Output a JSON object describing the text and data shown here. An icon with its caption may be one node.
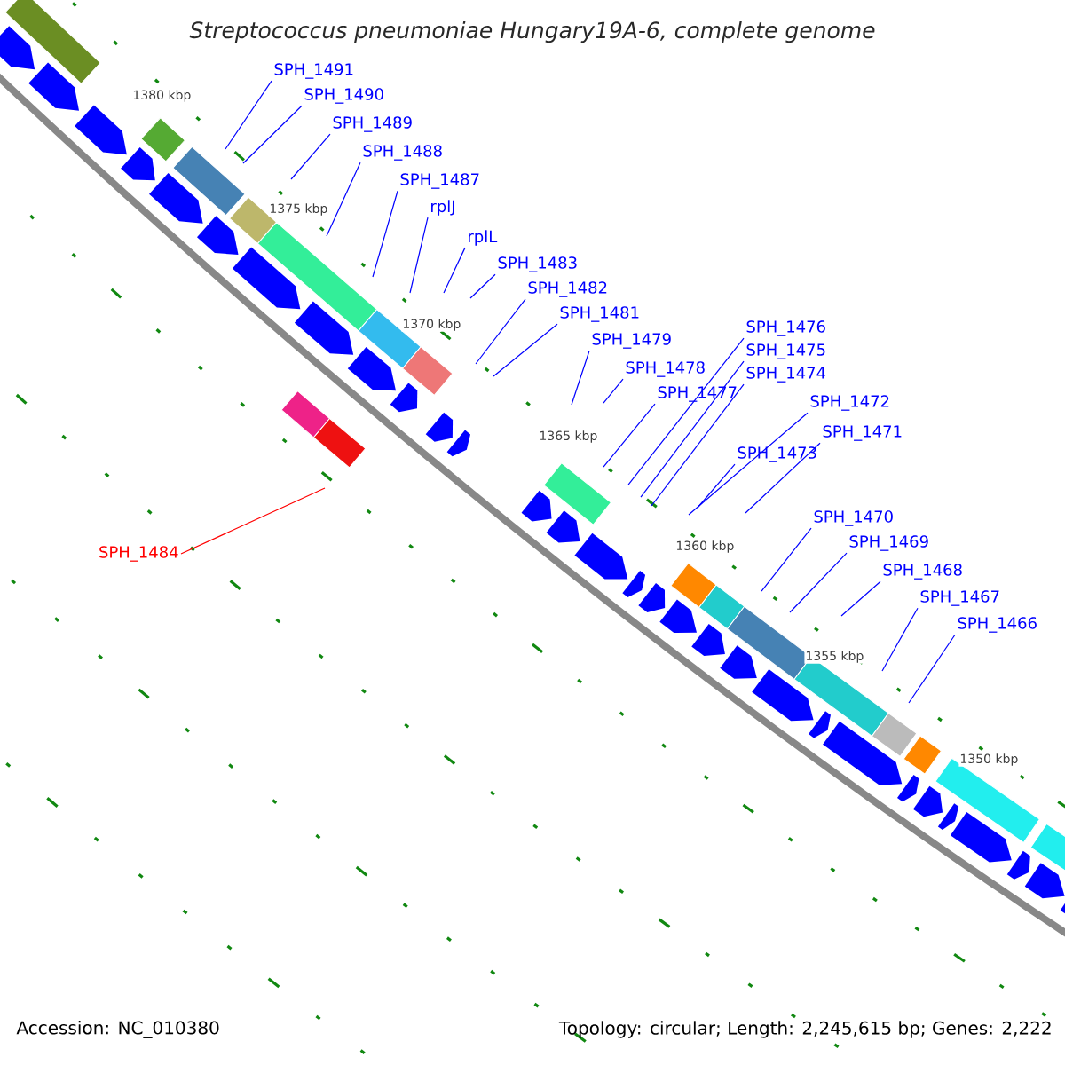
{
  "diagram": {
    "title": "Streptococcus pneumoniae Hungary19A-6, complete genome",
    "nodes": [
      {
        "text": [
          "SPH_1491"
        ]
      },
      {
        "text": [
          "SPH_1490"
        ]
      },
      {
        "text": [
          "SPH_1489"
        ]
      },
      {
        "text": [
          "SPH_1488"
        ]
      },
      {
        "text": [
          "SPH_1487"
        ]
      },
      {
        "text": [
          "rplJ"
        ]
      },
      {
        "text": [
          "rplL"
        ]
      },
      {
        "text": [
          "SPH_1483"
        ]
      },
      {
        "text": [
          "SPH_1482"
        ]
      },
      {
        "text": [
          "SPH_1481"
        ]
      },
      {
        "text": [
          "SPH_1476"
        ]
      },
      {
        "text": [
          "SPH_1479"
        ]
      },
      {
        "text": [
          "SPH_1475"
        ]
      },
      {
        "text": [
          "SPH_1478"
        ]
      },
      {
        "text": [
          "SPH_1474"
        ]
      },
      {
        "text": [
          "SPH_1477"
        ]
      },
      {
        "text": [
          "SPH_1472"
        ]
      },
      {
        "text": [
          "SPH_1471"
        ]
      },
      {
        "text": [
          "SPH_1473"
        ]
      },
      {
        "text": [
          "SPH_1470"
        ]
      },
      {
        "text": [
          "SPH_1469"
        ]
      },
      {
        "text": [
          "SPH_1484"
        ]
      },
      {
        "text": [
          "SPH_1468"
        ]
      },
      {
        "text": [
          "SPH_1467"
        ]
      },
      {
        "text": [
          "SPH_1466"
        ]
      }
    ],
    "edges": [
      {
        "from": 0,
        "to": null,
        "arrow": "none"
      },
      {
        "from": 1,
        "to": null,
        "arrow": "none"
      },
      {
        "from": 2,
        "to": null,
        "arrow": "none"
      },
      {
        "from": 3,
        "to": null,
        "arrow": "none"
      },
      {
        "from": 4,
        "to": null,
        "arrow": "none"
      },
      {
        "from": 5,
        "to": null,
        "arrow": "none"
      },
      {
        "from": 6,
        "to": null,
        "arrow": "none"
      },
      {
        "from": 7,
        "to": null,
        "arrow": "none"
      },
      {
        "from": 8,
        "to": null,
        "arrow": "none"
      },
      {
        "from": 9,
        "to": null,
        "arrow": "none"
      },
      {
        "from": 10,
        "to": null,
        "arrow": "none"
      },
      {
        "from": 11,
        "to": null,
        "arrow": "none"
      },
      {
        "from": 12,
        "to": null,
        "arrow": "none"
      },
      {
        "from": 13,
        "to": null,
        "arrow": "none"
      },
      {
        "from": 14,
        "to": null,
        "arrow": "none"
      },
      {
        "from": 15,
        "to": null,
        "arrow": "none"
      },
      {
        "from": 16,
        "to": null,
        "arrow": "none"
      },
      {
        "from": 17,
        "to": null,
        "arrow": "none"
      },
      {
        "from": 18,
        "to": null,
        "arrow": "none"
      },
      {
        "from": 19,
        "to": null,
        "arrow": "none"
      },
      {
        "from": 20,
        "to": null,
        "arrow": "none"
      },
      {
        "from": 21,
        "to": null,
        "arrow": "none",
        "color": "#ff0000"
      },
      {
        "from": 22,
        "to": null,
        "arrow": "none"
      },
      {
        "from": 23,
        "to": null,
        "arrow": "none"
      },
      {
        "from": 24,
        "to": null,
        "arrow": "none"
      }
    ],
    "labels": [
      "1380 kbp",
      "1375 kbp",
      "1370 kbp",
      "1365 kbp",
      "1360 kbp",
      "1355 kbp",
      "1350 kbp",
      "Accession: NC_010380",
      "Topology: circular; Length: 2,245,615 bp; Genes: 2,222"
    ]
  }
}
